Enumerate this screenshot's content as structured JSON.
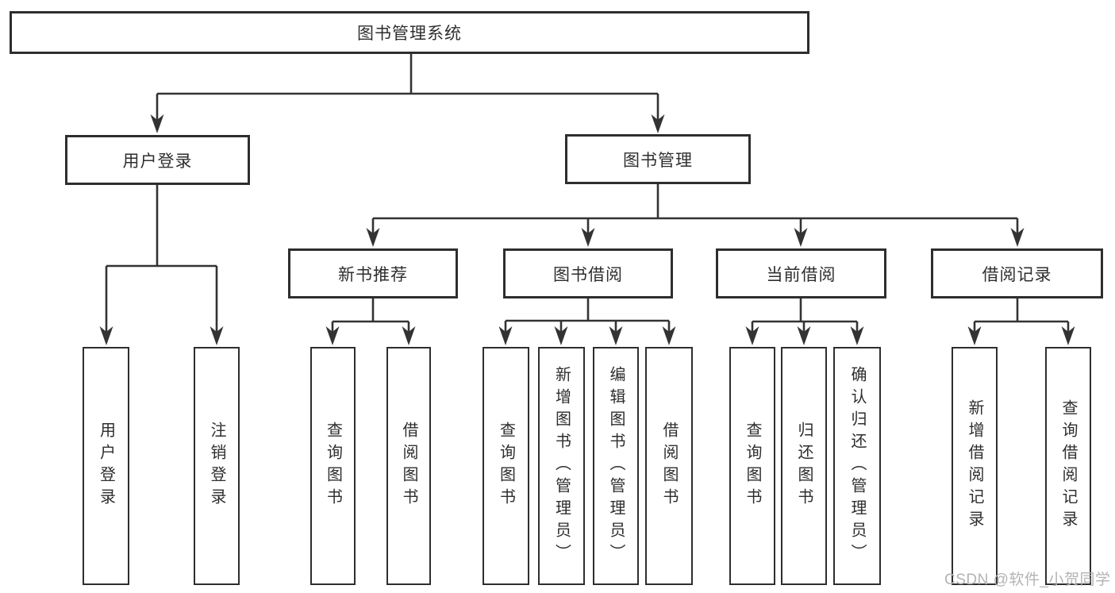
{
  "diagram": {
    "type": "hierarchy-tree",
    "tree": {
      "root": {
        "label": "图书管理系统"
      },
      "branches": [
        {
          "label": "用户登录",
          "children": [
            {
              "label": "用户登录"
            },
            {
              "label": "注销登录"
            }
          ]
        },
        {
          "label": "图书管理",
          "children": [
            {
              "label": "新书推荐",
              "children": [
                {
                  "label": "查询图书"
                },
                {
                  "label": "借阅图书"
                }
              ]
            },
            {
              "label": "图书借阅",
              "children": [
                {
                  "label": "查询图书"
                },
                {
                  "label": "新增图书（管理员）"
                },
                {
                  "label": "编辑图书（管理员）"
                },
                {
                  "label": "借阅图书"
                }
              ]
            },
            {
              "label": "当前借阅",
              "children": [
                {
                  "label": "查询图书"
                },
                {
                  "label": "归还图书"
                },
                {
                  "label": "确认归还（管理员）"
                }
              ]
            },
            {
              "label": "借阅记录",
              "children": [
                {
                  "label": "新增借阅记录"
                },
                {
                  "label": "查询借阅记录"
                }
              ]
            }
          ]
        }
      ]
    },
    "watermark": {
      "text": "CSDN @软件_小贺同学"
    },
    "colors": {
      "line": "#333333",
      "box_border": "#2e2e2e",
      "text": "#2e2e2e",
      "watermark": "#b3b3b3",
      "background": "#ffffff"
    }
  }
}
